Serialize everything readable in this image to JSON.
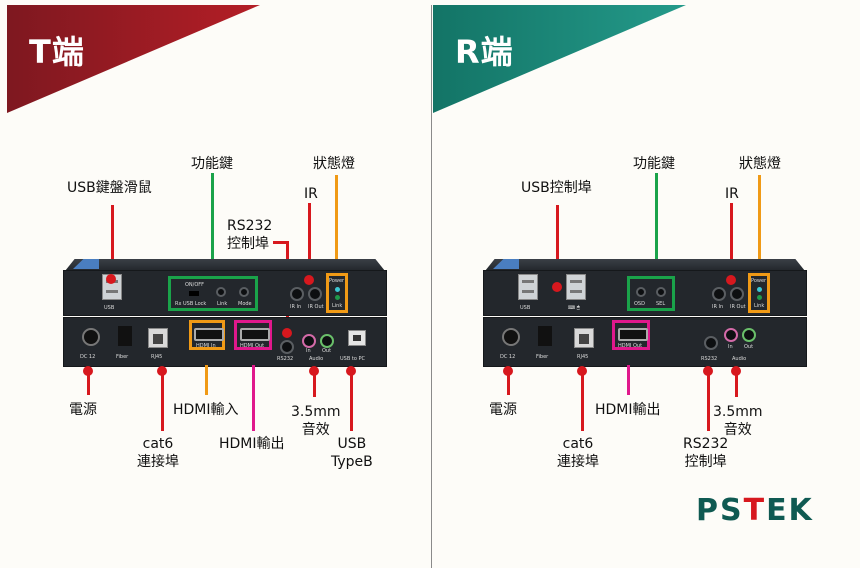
{
  "colors": {
    "t_banner": "#9a1a22",
    "r_banner": "#17806f",
    "line_red": "#d7181e",
    "line_green": "#1aa34a",
    "line_orange": "#f09a16",
    "line_magenta": "#e0188c",
    "logo_primary": "#0f5a52",
    "logo_accent": "#d7181e"
  },
  "t_side": {
    "title": "T端",
    "callouts": {
      "usb_kbd_mouse": "USB鍵盤滑鼠",
      "function_keys": "功能鍵",
      "status_lights": "狀態燈",
      "ir": "IR",
      "rs232_line1": "RS232",
      "rs232_line2": "控制埠",
      "power": "電源",
      "cat6_line1": "cat6",
      "cat6_line2": "連接埠",
      "hdmi_in": "HDMI輸入",
      "hdmi_out": "HDMI輸出",
      "audio_line1": "3.5mm",
      "audio_line2": "音效",
      "usb_b_line1": "USB",
      "usb_b_line2": "TypeB"
    },
    "front_panel": {
      "usb": "USB",
      "on_off": "ON/OFF",
      "rx_usb_lock": "Rx USB Lock",
      "link_btn": "Link",
      "mode_btn": "Mode",
      "ir_in": "IR In",
      "ir_out": "IR Out",
      "power_led": "Power",
      "link_led": "Link"
    },
    "rear_panel": {
      "dc": "DC 12",
      "fiber": "Fiber",
      "rj45": "RJ45",
      "hdmi_in": "HDMI In",
      "hdmi_out": "HDMI Out",
      "rs232": "RS232",
      "audio_in": "In",
      "audio_out": "Out",
      "audio": "Audio",
      "usb_to_pc": "USB to PC"
    }
  },
  "r_side": {
    "title": "R端",
    "callouts": {
      "usb_control": "USB控制埠",
      "function_keys": "功能鍵",
      "status_lights": "狀態燈",
      "ir": "IR",
      "power": "電源",
      "cat6_line1": "cat6",
      "cat6_line2": "連接埠",
      "hdmi_out": "HDMI輸出",
      "rs232_line1": "RS232",
      "rs232_line2": "控制埠",
      "audio_line1": "3.5mm",
      "audio_line2": "音效"
    },
    "front_panel": {
      "usb": "USB",
      "osd_btn": "OSD",
      "sel_btn": "SEL",
      "ir_in": "IR In",
      "ir_out": "IR Out",
      "power_led": "Power",
      "link_led": "Link"
    },
    "rear_panel": {
      "dc": "DC 12",
      "fiber": "Fiber",
      "rj45": "RJ45",
      "hdmi_out": "HDMI Out",
      "rs232": "RS232",
      "audio_in": "In",
      "audio_out": "Out",
      "audio": "Audio"
    }
  },
  "logo": {
    "part1": "PS",
    "accent": "T",
    "part2": "EK"
  }
}
